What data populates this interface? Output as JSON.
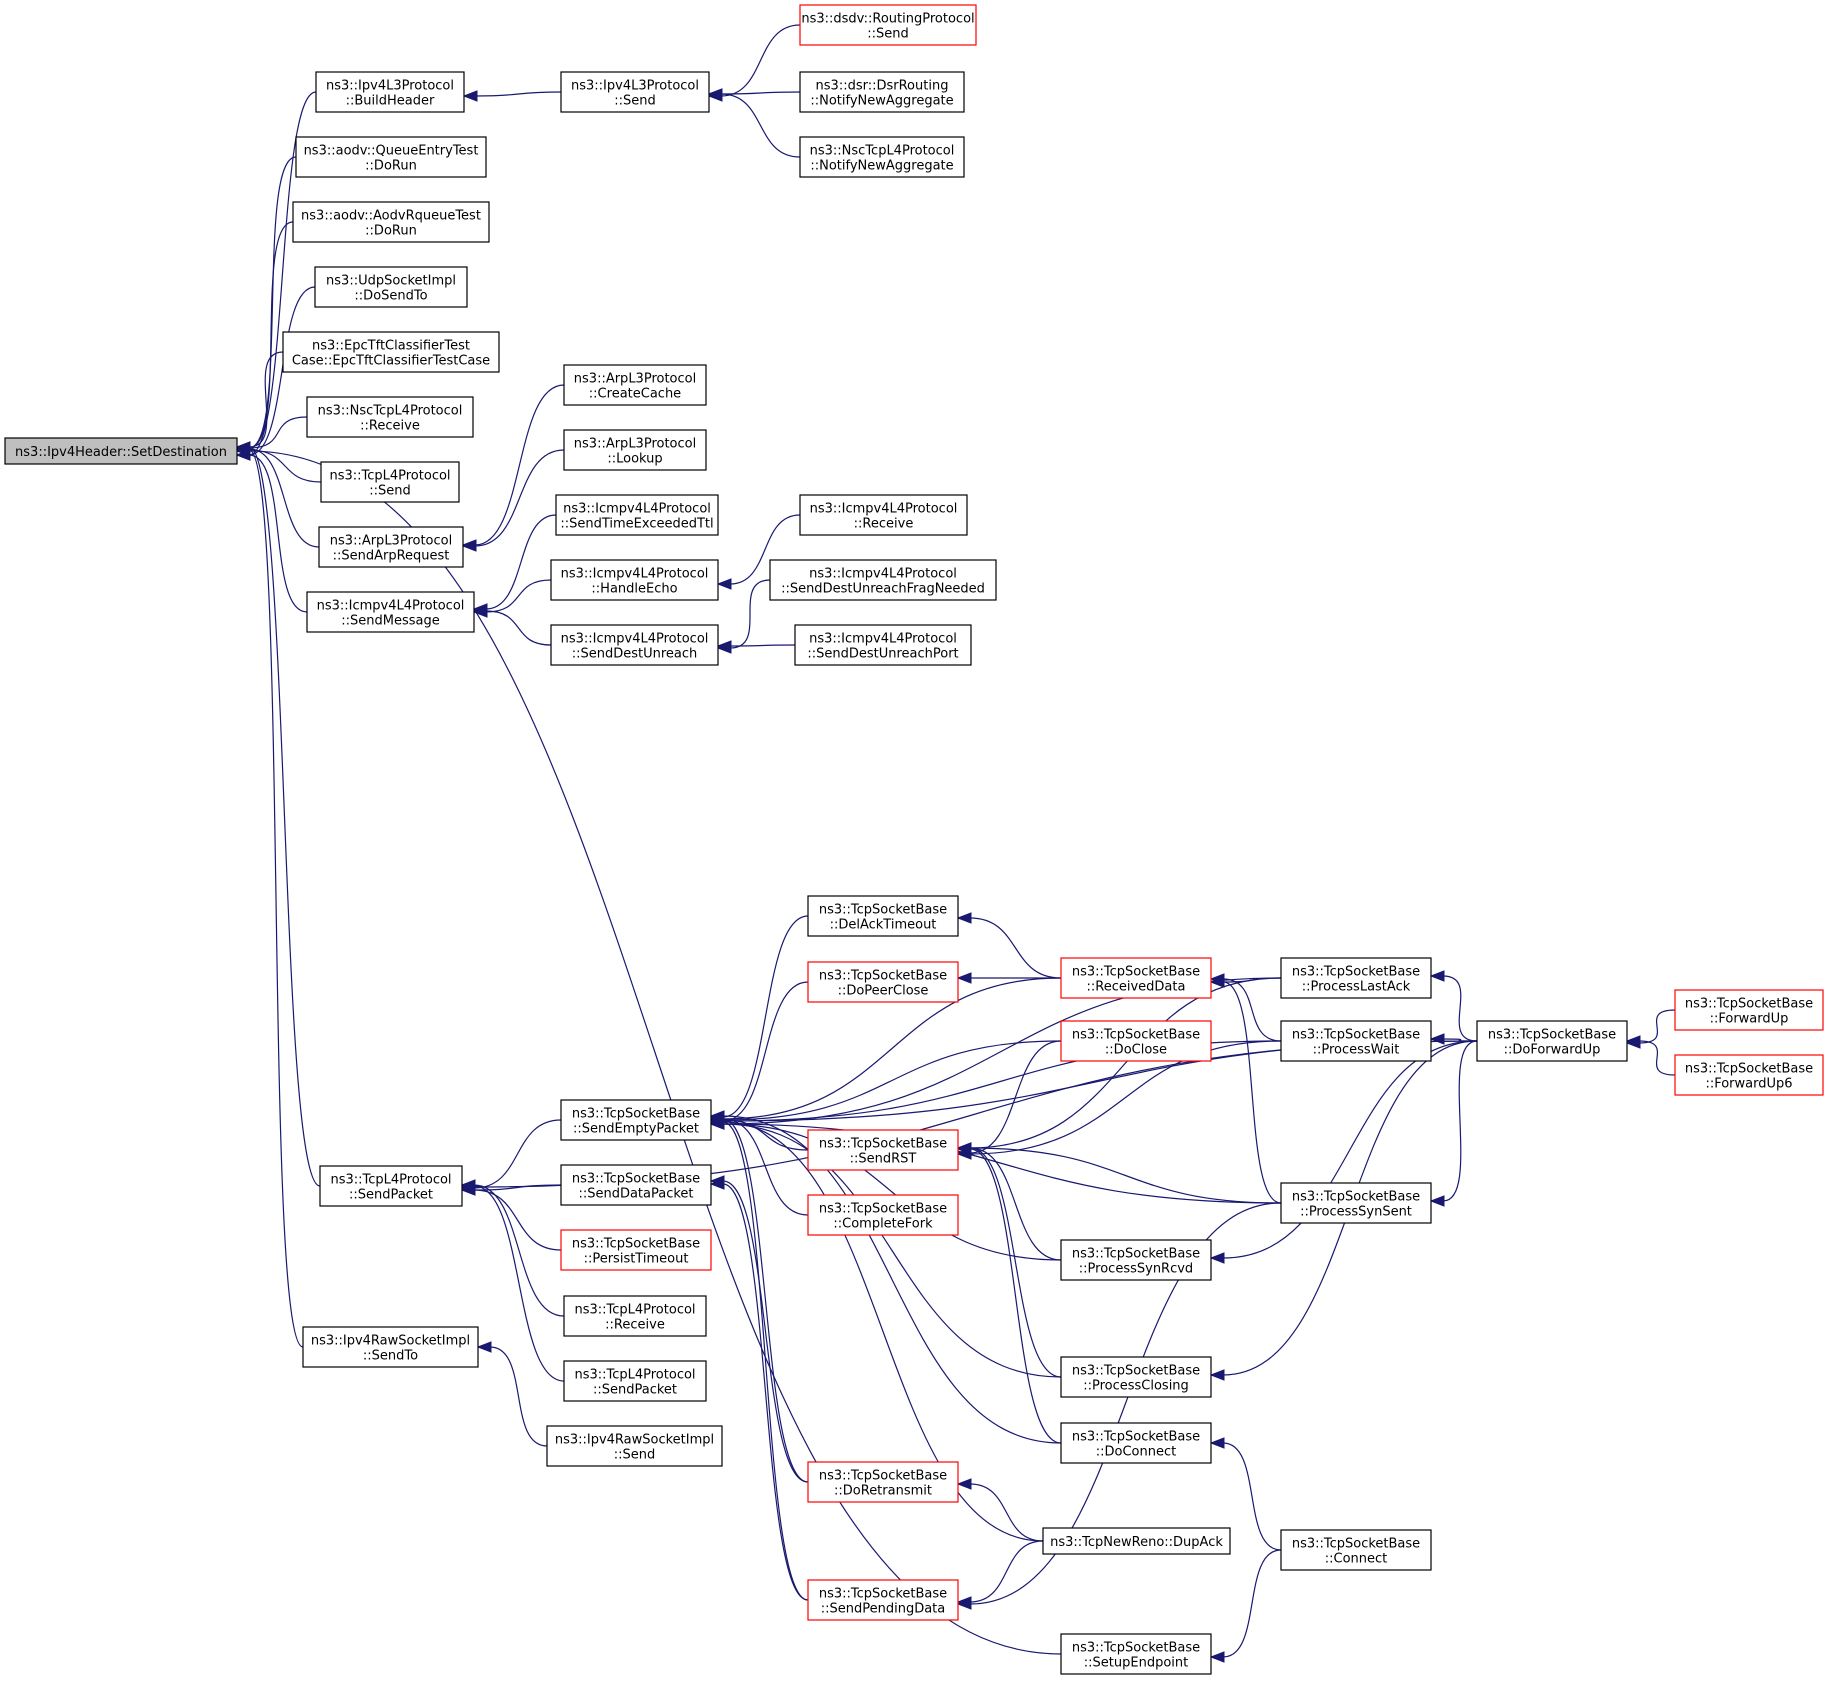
{
  "graph": {
    "nodes": [
      {
        "id": "root",
        "lines": [
          "ns3::Ipv4Header::SetDestination"
        ],
        "root": true
      },
      {
        "id": "buildheader",
        "lines": [
          "ns3::Ipv4L3Protocol",
          "::BuildHeader"
        ]
      },
      {
        "id": "queueentry",
        "lines": [
          "ns3::aodv::QueueEntryTest",
          "::DoRun"
        ]
      },
      {
        "id": "aodvrqueue",
        "lines": [
          "ns3::aodv::AodvRqueueTest",
          "::DoRun"
        ]
      },
      {
        "id": "udpdosendto",
        "lines": [
          "ns3::UdpSocketImpl",
          "::DoSendTo"
        ]
      },
      {
        "id": "epctft",
        "lines": [
          "ns3::EpcTftClassifierTest",
          "Case::EpcTftClassifierTestCase"
        ]
      },
      {
        "id": "nscreceive",
        "lines": [
          "ns3::NscTcpL4Protocol",
          "::Receive"
        ]
      },
      {
        "id": "tcpl4send",
        "lines": [
          "ns3::TcpL4Protocol",
          "::Send"
        ]
      },
      {
        "id": "sendarprequest",
        "lines": [
          "ns3::ArpL3Protocol",
          "::SendArpRequest"
        ]
      },
      {
        "id": "sendmessage",
        "lines": [
          "ns3::Icmpv4L4Protocol",
          "::SendMessage"
        ]
      },
      {
        "id": "tcpl4sendpacket",
        "lines": [
          "ns3::TcpL4Protocol",
          "::SendPacket"
        ]
      },
      {
        "id": "rawsendto",
        "lines": [
          "ns3::Ipv4RawSocketImpl",
          "::SendTo"
        ]
      },
      {
        "id": "ipv4send",
        "lines": [
          "ns3::Ipv4L3Protocol",
          "::Send"
        ]
      },
      {
        "id": "dsdvsend",
        "lines": [
          "ns3::dsdv::RoutingProtocol",
          "::Send"
        ],
        "truncated": true
      },
      {
        "id": "dsrnotify",
        "lines": [
          "ns3::dsr::DsrRouting",
          "::NotifyNewAggregate"
        ]
      },
      {
        "id": "nscnotify",
        "lines": [
          "ns3::NscTcpL4Protocol",
          "::NotifyNewAggregate"
        ]
      },
      {
        "id": "createcache",
        "lines": [
          "ns3::ArpL3Protocol",
          "::CreateCache"
        ]
      },
      {
        "id": "lookup",
        "lines": [
          "ns3::ArpL3Protocol",
          "::Lookup"
        ]
      },
      {
        "id": "sendtimeexceeded",
        "lines": [
          "ns3::Icmpv4L4Protocol",
          "::SendTimeExceededTtl"
        ]
      },
      {
        "id": "handleecho",
        "lines": [
          "ns3::Icmpv4L4Protocol",
          "::HandleEcho"
        ]
      },
      {
        "id": "senddestunreach",
        "lines": [
          "ns3::Icmpv4L4Protocol",
          "::SendDestUnreach"
        ]
      },
      {
        "id": "icmpreceive",
        "lines": [
          "ns3::Icmpv4L4Protocol",
          "::Receive"
        ]
      },
      {
        "id": "fragneeded",
        "lines": [
          "ns3::Icmpv4L4Protocol",
          "::SendDestUnreachFragNeeded"
        ]
      },
      {
        "id": "unreachport",
        "lines": [
          "ns3::Icmpv4L4Protocol",
          "::SendDestUnreachPort"
        ]
      },
      {
        "id": "sendemptypacket",
        "lines": [
          "ns3::TcpSocketBase",
          "::SendEmptyPacket"
        ]
      },
      {
        "id": "senddatapacket",
        "lines": [
          "ns3::TcpSocketBase",
          "::SendDataPacket"
        ]
      },
      {
        "id": "persisttimeout",
        "lines": [
          "ns3::TcpSocketBase",
          "::PersistTimeout"
        ],
        "truncated": true
      },
      {
        "id": "tcpl4receive",
        "lines": [
          "ns3::TcpL4Protocol",
          "::Receive"
        ]
      },
      {
        "id": "tcpl4sendpacket2",
        "lines": [
          "ns3::TcpL4Protocol",
          "::SendPacket"
        ]
      },
      {
        "id": "rawsend",
        "lines": [
          "ns3::Ipv4RawSocketImpl",
          "::Send"
        ]
      },
      {
        "id": "delacktimeout",
        "lines": [
          "ns3::TcpSocketBase",
          "::DelAckTimeout"
        ]
      },
      {
        "id": "dopeerclose",
        "lines": [
          "ns3::TcpSocketBase",
          "::DoPeerClose"
        ],
        "truncated": true
      },
      {
        "id": "sendrst",
        "lines": [
          "ns3::TcpSocketBase",
          "::SendRST"
        ],
        "truncated": true
      },
      {
        "id": "completefork",
        "lines": [
          "ns3::TcpSocketBase",
          "::CompleteFork"
        ],
        "truncated": true
      },
      {
        "id": "doretransmit",
        "lines": [
          "ns3::TcpSocketBase",
          "::DoRetransmit"
        ],
        "truncated": true
      },
      {
        "id": "sendpendingdata",
        "lines": [
          "ns3::TcpSocketBase",
          "::SendPendingData"
        ],
        "truncated": true
      },
      {
        "id": "receiveddata",
        "lines": [
          "ns3::TcpSocketBase",
          "::ReceivedData"
        ],
        "truncated": true
      },
      {
        "id": "doclose",
        "lines": [
          "ns3::TcpSocketBase",
          "::DoClose"
        ],
        "truncated": true
      },
      {
        "id": "processsynrcvd",
        "lines": [
          "ns3::TcpSocketBase",
          "::ProcessSynRcvd"
        ]
      },
      {
        "id": "processclosing",
        "lines": [
          "ns3::TcpSocketBase",
          "::ProcessClosing"
        ]
      },
      {
        "id": "doconnect",
        "lines": [
          "ns3::TcpSocketBase",
          "::DoConnect"
        ]
      },
      {
        "id": "dupack",
        "lines": [
          "ns3::TcpNewReno::DupAck"
        ]
      },
      {
        "id": "setupendpoint",
        "lines": [
          "ns3::TcpSocketBase",
          "::SetupEndpoint"
        ]
      },
      {
        "id": "processlastack",
        "lines": [
          "ns3::TcpSocketBase",
          "::ProcessLastAck"
        ]
      },
      {
        "id": "processwait",
        "lines": [
          "ns3::TcpSocketBase",
          "::ProcessWait"
        ]
      },
      {
        "id": "processsynsent",
        "lines": [
          "ns3::TcpSocketBase",
          "::ProcessSynSent"
        ]
      },
      {
        "id": "connect",
        "lines": [
          "ns3::TcpSocketBase",
          "::Connect"
        ]
      },
      {
        "id": "doforwardup",
        "lines": [
          "ns3::TcpSocketBase",
          "::DoForwardUp"
        ]
      },
      {
        "id": "forwardup",
        "lines": [
          "ns3::TcpSocketBase",
          "::ForwardUp"
        ],
        "truncated": true
      },
      {
        "id": "forwardup6",
        "lines": [
          "ns3::TcpSocketBase",
          "::ForwardUp6"
        ],
        "truncated": true
      }
    ],
    "edges": [
      [
        "buildheader",
        "root"
      ],
      [
        "queueentry",
        "root"
      ],
      [
        "aodvrqueue",
        "root"
      ],
      [
        "udpdosendto",
        "root"
      ],
      [
        "epctft",
        "root"
      ],
      [
        "nscreceive",
        "root"
      ],
      [
        "tcpl4send",
        "root"
      ],
      [
        "sendarprequest",
        "root"
      ],
      [
        "sendmessage",
        "root"
      ],
      [
        "tcpl4sendpacket",
        "root"
      ],
      [
        "rawsendto",
        "root"
      ],
      [
        "setupendpoint",
        "root"
      ],
      [
        "ipv4send",
        "buildheader"
      ],
      [
        "dsdvsend",
        "ipv4send"
      ],
      [
        "dsrnotify",
        "ipv4send"
      ],
      [
        "nscnotify",
        "ipv4send"
      ],
      [
        "createcache",
        "sendarprequest"
      ],
      [
        "lookup",
        "sendarprequest"
      ],
      [
        "sendtimeexceeded",
        "sendmessage"
      ],
      [
        "handleecho",
        "sendmessage"
      ],
      [
        "senddestunreach",
        "sendmessage"
      ],
      [
        "icmpreceive",
        "handleecho"
      ],
      [
        "fragneeded",
        "senddestunreach"
      ],
      [
        "unreachport",
        "senddestunreach"
      ],
      [
        "sendemptypacket",
        "tcpl4sendpacket"
      ],
      [
        "senddatapacket",
        "tcpl4sendpacket"
      ],
      [
        "persisttimeout",
        "tcpl4sendpacket"
      ],
      [
        "tcpl4receive",
        "tcpl4sendpacket"
      ],
      [
        "tcpl4sendpacket2",
        "tcpl4sendpacket"
      ],
      [
        "doforwardup",
        "tcpl4sendpacket"
      ],
      [
        "rawsend",
        "rawsendto"
      ],
      [
        "delacktimeout",
        "sendemptypacket"
      ],
      [
        "dopeerclose",
        "sendemptypacket"
      ],
      [
        "receiveddata",
        "sendemptypacket"
      ],
      [
        "doclose",
        "sendemptypacket"
      ],
      [
        "sendrst",
        "sendemptypacket"
      ],
      [
        "completefork",
        "sendemptypacket"
      ],
      [
        "processsynrcvd",
        "sendemptypacket"
      ],
      [
        "processclosing",
        "sendemptypacket"
      ],
      [
        "doconnect",
        "sendemptypacket"
      ],
      [
        "doretransmit",
        "sendemptypacket"
      ],
      [
        "dupack",
        "sendemptypacket"
      ],
      [
        "sendpendingdata",
        "sendemptypacket"
      ],
      [
        "processlastack",
        "sendemptypacket"
      ],
      [
        "processwait",
        "sendemptypacket"
      ],
      [
        "doforwardup",
        "sendemptypacket"
      ],
      [
        "processsynsent",
        "sendemptypacket"
      ],
      [
        "doretransmit",
        "senddatapacket"
      ],
      [
        "sendpendingdata",
        "senddatapacket"
      ],
      [
        "receiveddata",
        "delacktimeout"
      ],
      [
        "receiveddata",
        "dopeerclose"
      ],
      [
        "doclose",
        "sendrst"
      ],
      [
        "processlastack",
        "sendrst"
      ],
      [
        "processwait",
        "sendrst"
      ],
      [
        "processsynsent",
        "sendrst"
      ],
      [
        "processsynrcvd",
        "sendrst"
      ],
      [
        "processclosing",
        "sendrst"
      ],
      [
        "doconnect",
        "sendrst"
      ],
      [
        "dupack",
        "doretransmit"
      ],
      [
        "dupack",
        "sendpendingdata"
      ],
      [
        "processsynsent",
        "sendpendingdata"
      ],
      [
        "processlastack",
        "receiveddata"
      ],
      [
        "processwait",
        "receiveddata"
      ],
      [
        "processsynsent",
        "receiveddata"
      ],
      [
        "doforwardup",
        "processlastack"
      ],
      [
        "doforwardup",
        "processwait"
      ],
      [
        "doforwardup",
        "processsynsent"
      ],
      [
        "doforwardup",
        "processsynrcvd"
      ],
      [
        "doforwardup",
        "processclosing"
      ],
      [
        "connect",
        "doconnect"
      ],
      [
        "connect",
        "setupendpoint"
      ],
      [
        "forwardup",
        "doforwardup"
      ],
      [
        "forwardup6",
        "doforwardup"
      ]
    ]
  }
}
